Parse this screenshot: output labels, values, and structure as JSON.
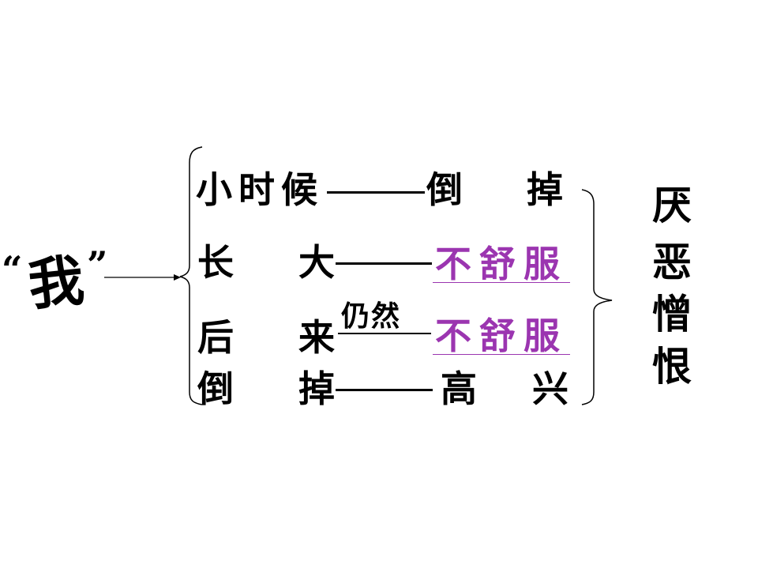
{
  "subject": {
    "open_quote": "“",
    "label": "我",
    "close_quote": "”"
  },
  "rows": [
    {
      "left": "小时候",
      "right_1": "倒",
      "right_2": "掉"
    },
    {
      "left_1": "长",
      "left_2": "大",
      "right": "不舒服"
    },
    {
      "left_1": "后",
      "left_2": "来",
      "connector_label": "仍然",
      "right": "不舒服"
    },
    {
      "left_1": "倒",
      "left_2": "掉",
      "right_1": "高",
      "right_2": "兴"
    }
  ],
  "summary": [
    "厌",
    "恶",
    "憎",
    "恨"
  ],
  "colors": {
    "text": "#000000",
    "highlight": "#9b35b0",
    "background": "#ffffff"
  }
}
